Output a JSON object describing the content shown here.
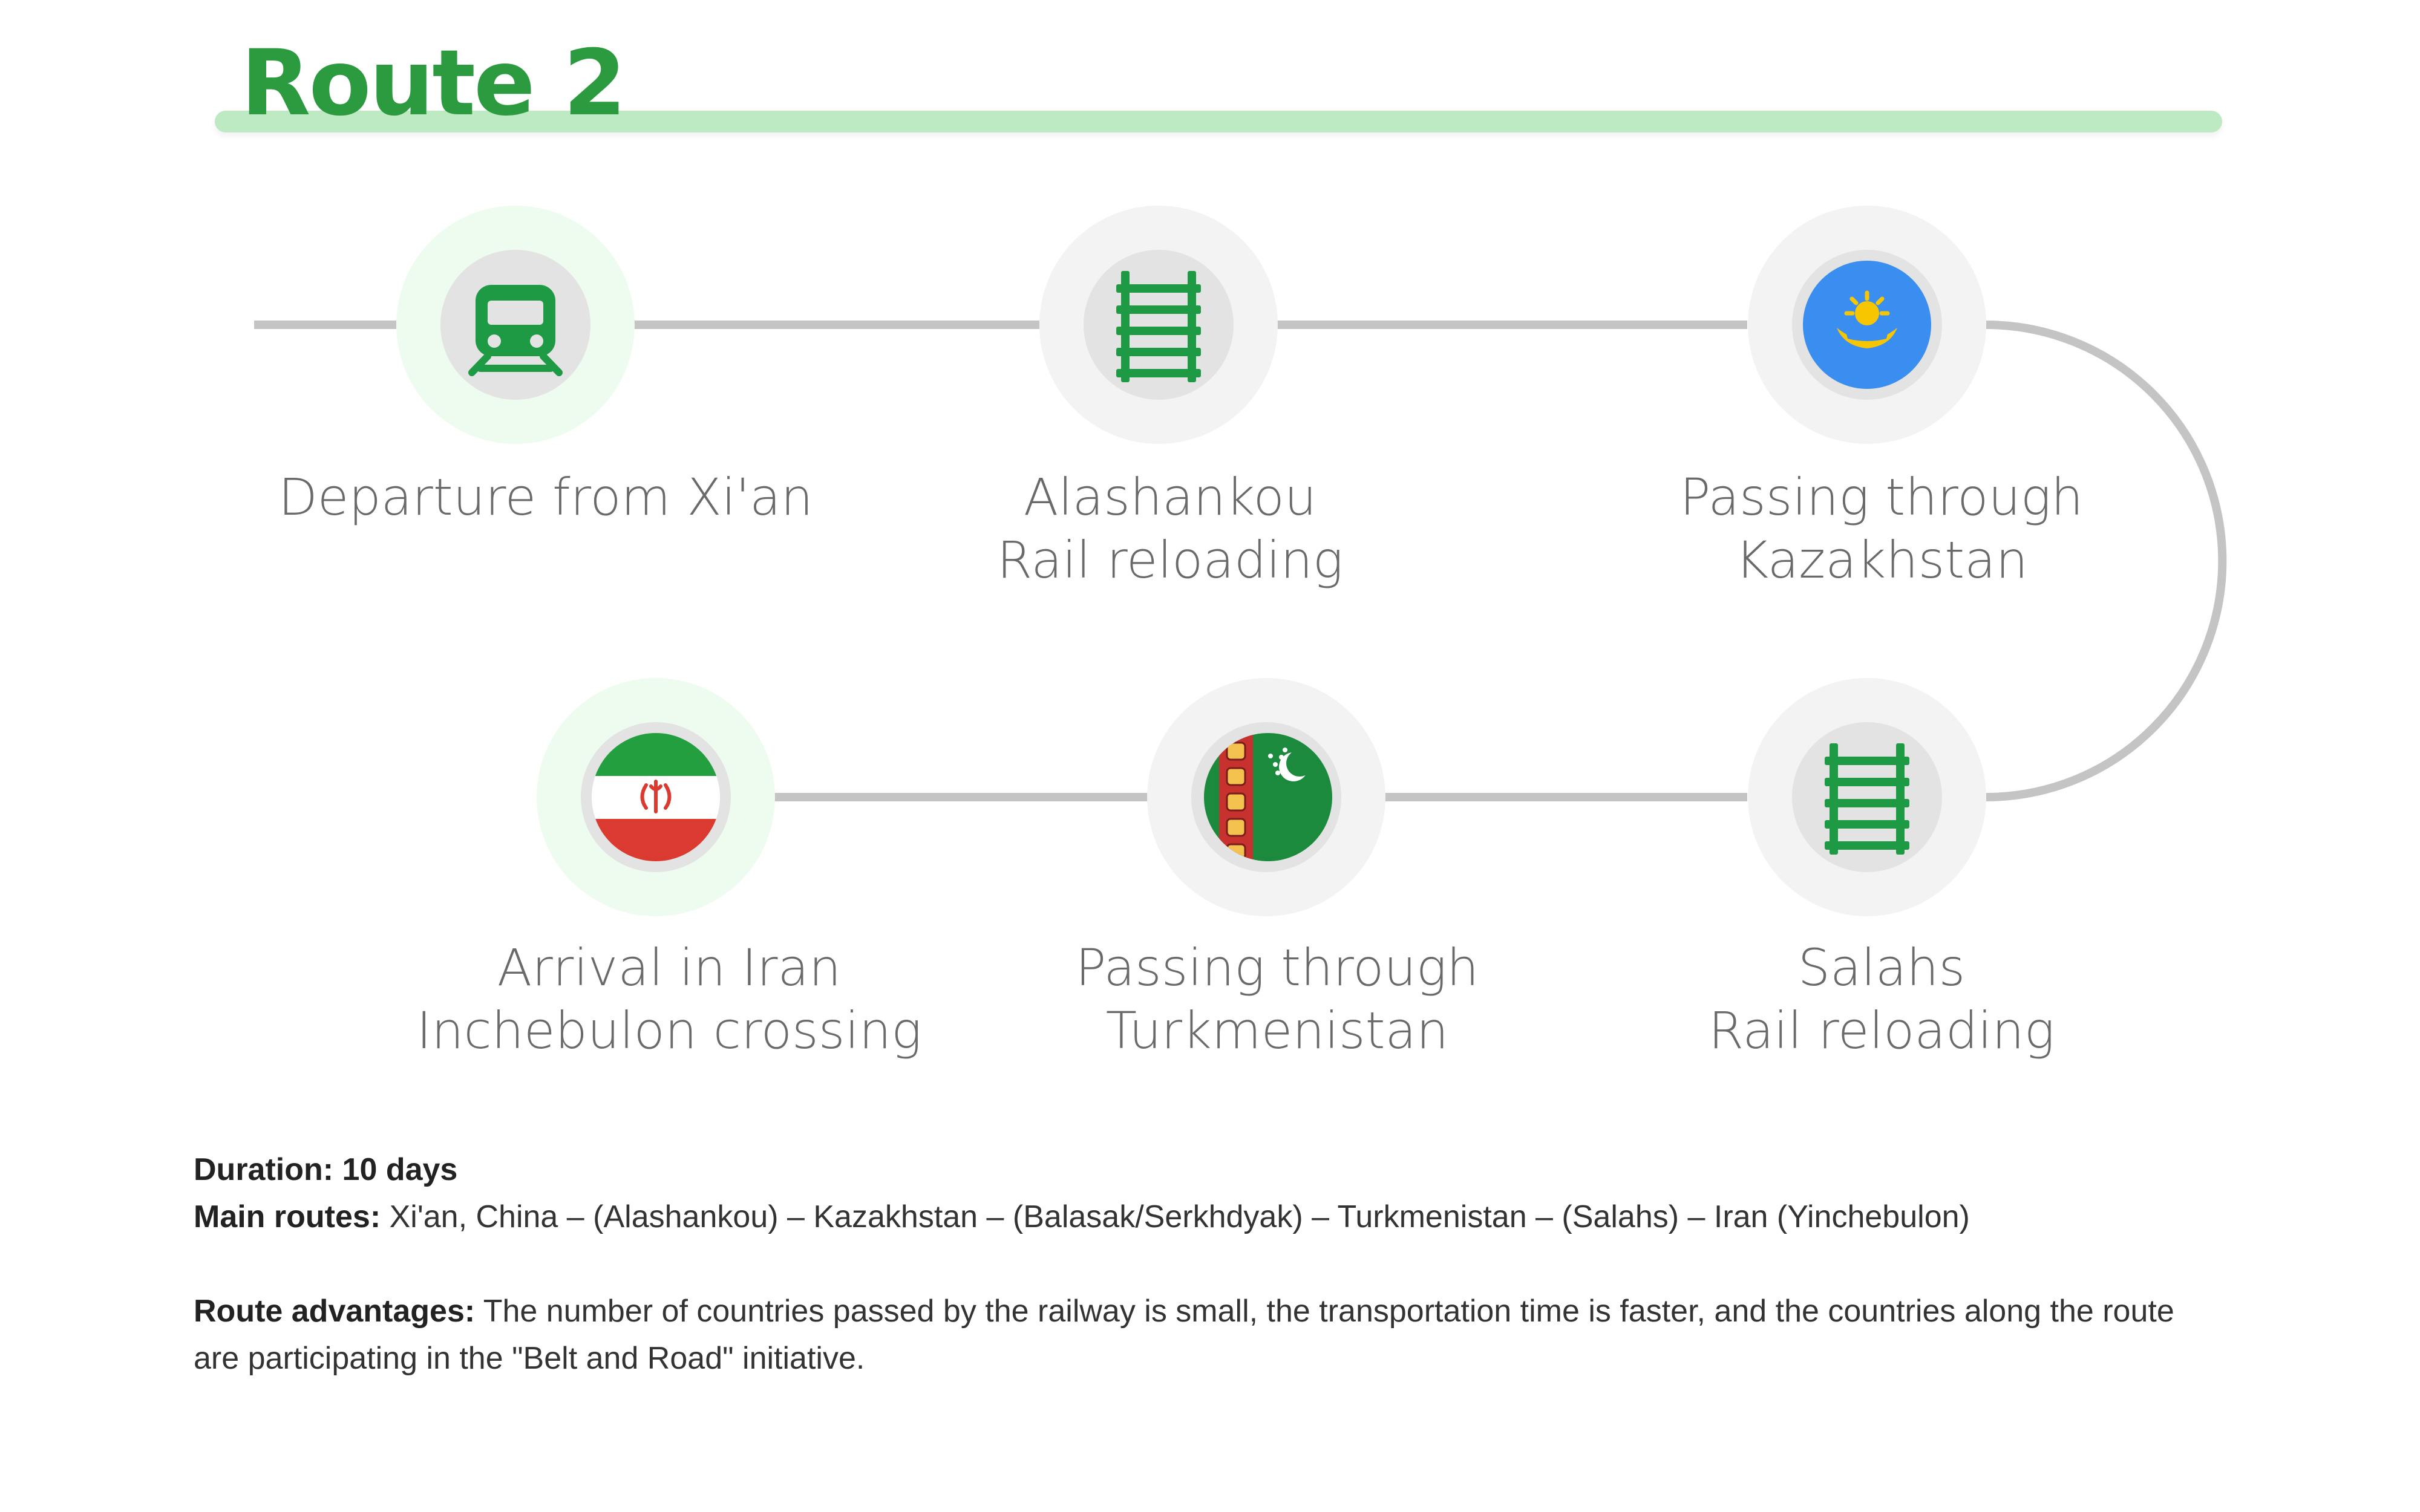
{
  "title": "Route 2",
  "colors": {
    "title": "#2c9a3f",
    "underline": "#bde9c3",
    "connector": "#c4c4c4",
    "icon_green": "#1f9a44",
    "kz_blue": "#3a8ef0",
    "kz_gold": "#f7c600",
    "tm_green": "#1c8a3c",
    "tm_red": "#c7322f",
    "ir_green": "#239f40",
    "ir_red": "#da3a2f"
  },
  "stops": [
    {
      "icon": "train-icon",
      "lines": [
        "Departure from Xi'an"
      ],
      "highlight": true
    },
    {
      "icon": "rail-track-icon",
      "lines": [
        "Alashankou",
        "Rail reloading"
      ],
      "highlight": false
    },
    {
      "icon": "kazakhstan-flag-icon",
      "lines": [
        "Passing through",
        "Kazakhstan"
      ],
      "highlight": false
    },
    {
      "icon": "rail-track-icon",
      "lines": [
        "Salahs",
        "Rail reloading"
      ],
      "highlight": false
    },
    {
      "icon": "turkmenistan-flag-icon",
      "lines": [
        "Passing through",
        "Turkmenistan"
      ],
      "highlight": false
    },
    {
      "icon": "iran-flag-icon",
      "lines": [
        "Arrival in Iran",
        "Inchebulon crossing"
      ],
      "highlight": true
    }
  ],
  "info": {
    "duration_label": "Duration: 10 days",
    "main_routes_label": "Main routes:",
    "main_routes_text": " Xi'an, China – (Alashankou) – Kazakhstan – (Balasak/Serkhdyak) – Turkmenistan – (Salahs) – Iran (Yinchebulon)",
    "advantages_label": "Route advantages:",
    "advantages_text": " The number of countries passed by the railway is small, the transportation time is faster, and the countries along the route are participating in the \"Belt and Road\" initiative."
  }
}
